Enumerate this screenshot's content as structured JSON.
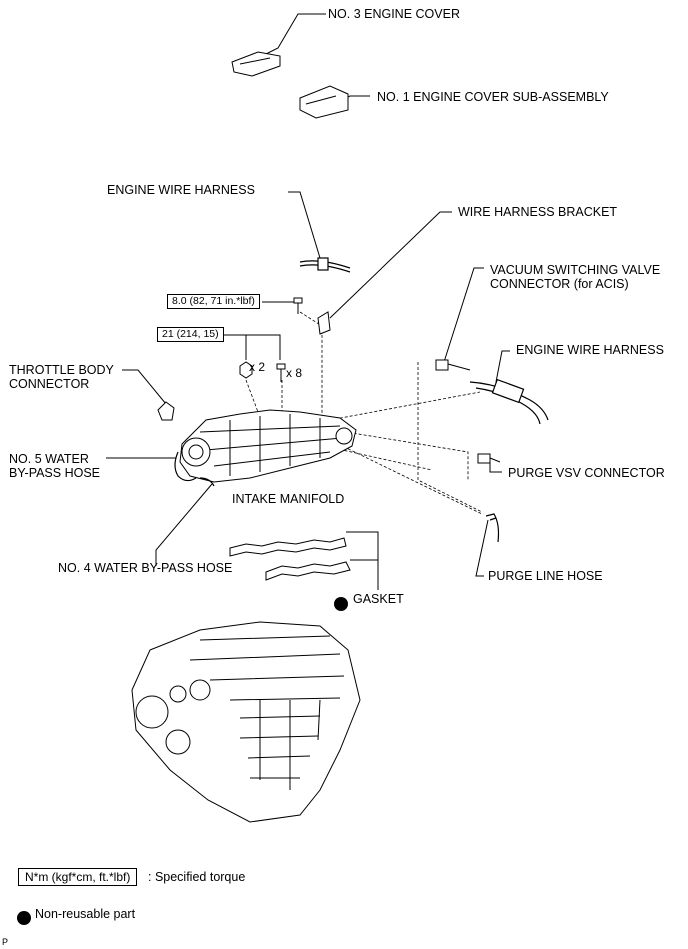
{
  "labels": {
    "no3_engine_cover": "NO. 3 ENGINE COVER",
    "no1_engine_cover": "NO. 1 ENGINE COVER SUB-ASSEMBLY",
    "engine_wire_harness_top": "ENGINE WIRE HARNESS",
    "wire_harness_bracket": "WIRE HARNESS BRACKET",
    "vsv_connector_line1": "VACUUM SWITCHING VALVE",
    "vsv_connector_line2": "CONNECTOR (for ACIS)",
    "engine_wire_harness_right": "ENGINE WIRE HARNESS",
    "throttle_body_line1": "THROTTLE BODY",
    "throttle_body_line2": "CONNECTOR",
    "no5_hose_line1": "NO. 5 WATER",
    "no5_hose_line2": "BY-PASS HOSE",
    "intake_manifold": "INTAKE MANIFOLD",
    "purge_vsv_connector": "PURGE VSV CONNECTOR",
    "no4_hose": "NO. 4 WATER BY-PASS HOSE",
    "purge_line_hose": "PURGE LINE HOSE",
    "gasket": "GASKET"
  },
  "torques": {
    "bracket_bolt": "8.0 (82, 71 in.*lbf)",
    "manifold": "21 (214, 15)"
  },
  "multipliers": {
    "nuts": "x 2",
    "bolts": "x 8"
  },
  "legend": {
    "torque_units": "N*m (kgf*cm, ft.*lbf)",
    "torque_desc": ": Specified torque",
    "nonreusable_desc": "Non-reusable part"
  },
  "page_mark": "P"
}
